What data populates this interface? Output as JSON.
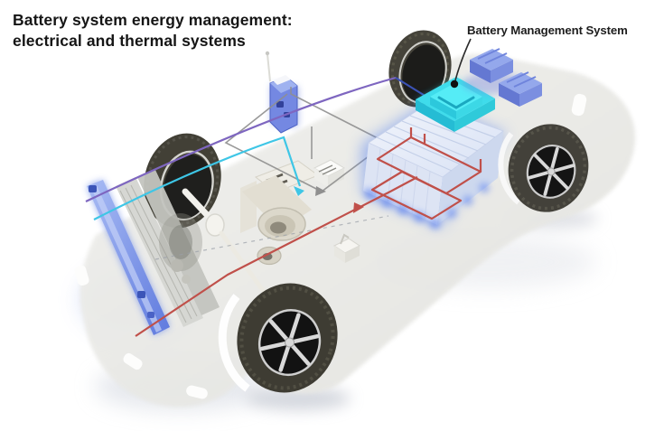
{
  "title": {
    "line1": "Battery system energy management:",
    "line2": "electrical and thermal systems"
  },
  "callout": {
    "label": "Battery Management System"
  },
  "colors": {
    "background": "#ffffff",
    "title_text": "#151515",
    "callout_text": "#1d1d1d",
    "bms_cyan": "#3fdceb",
    "bms_cyan_dark": "#25bcd4",
    "battery_top": "#eaeff9",
    "battery_front": "#dde4f4",
    "battery_side": "#cdd8ee",
    "battery_glow": "#4f7df0",
    "module_blue_top": "#94a8ec",
    "module_blue_front": "#6478d2",
    "radiator_blue": "#7d97ea",
    "wire_purple": "#7e66c0",
    "wire_cyan": "#3ec6e6",
    "wire_red": "#c0504a",
    "wire_gray": "#8f8f8f",
    "wire_navy": "#3b52b4",
    "body_gray": "#e9e9e6",
    "tire_dark": "#3e3c33",
    "alloy_silver": "#d9d9d9"
  },
  "scene": {
    "type": "3d-cutaway-illustration",
    "subject": "electric-vehicle-chassis",
    "components": [
      "battery-pack",
      "bms-module",
      "power-electronics-modules",
      "charger-junction-box",
      "electric-motor",
      "drive-shaft",
      "radiator",
      "cooling-pack",
      "hv-wire-red",
      "wire-purple",
      "coolant-wire-cyan",
      "signal-loop-gray",
      "wheels"
    ]
  }
}
